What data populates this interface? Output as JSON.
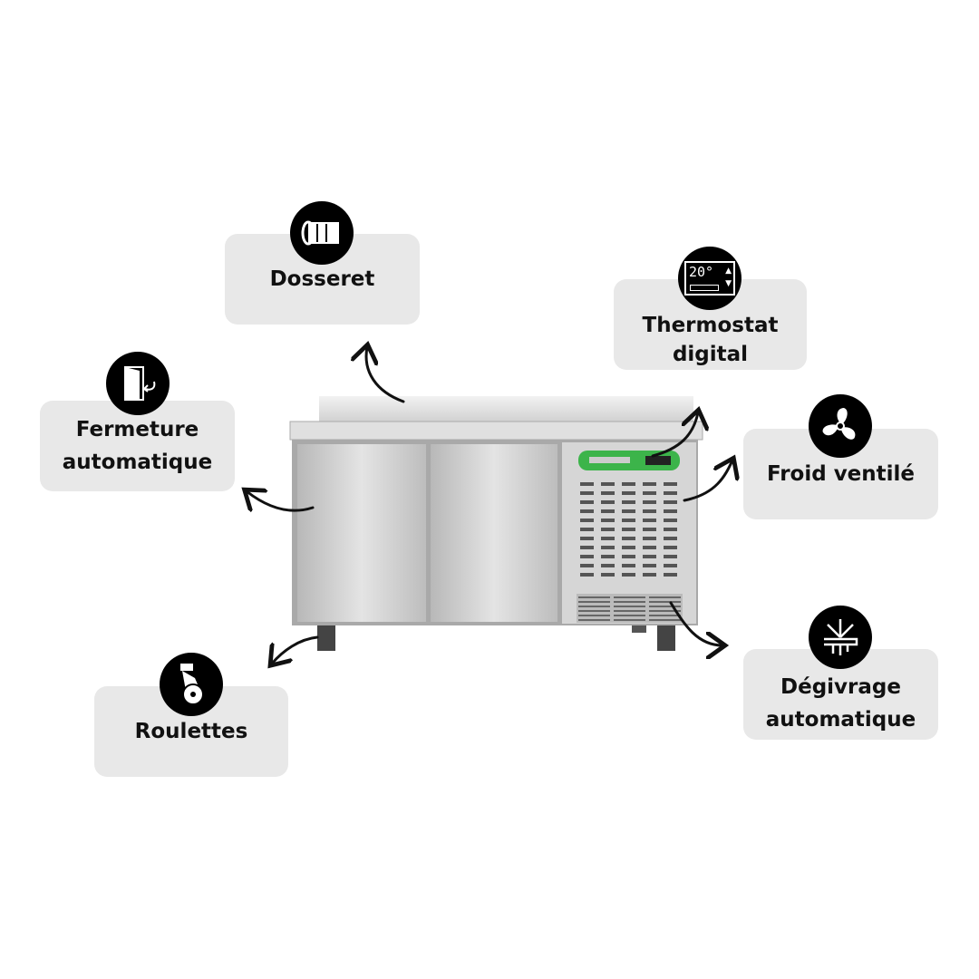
{
  "features": {
    "dosseret": {
      "label": "Dosseret",
      "icon": "backsplash-roll-icon"
    },
    "thermostat": {
      "label_line1": "Thermostat",
      "label_line2": "digital",
      "icon": "thermostat-icon",
      "icon_reading": "20°"
    },
    "fermeture": {
      "label_line1": "Fermeture",
      "label_line2": "automatique",
      "icon": "door-close-icon"
    },
    "froid": {
      "label": "Froid ventilé",
      "icon": "fan-icon"
    },
    "roulettes": {
      "label": "Roulettes",
      "icon": "caster-wheel-icon"
    },
    "degivrage": {
      "label_line1": "Dégivrage",
      "label_line2": "automatique",
      "icon": "defrost-icon"
    }
  },
  "colors": {
    "box": "#e8e8e8",
    "panel_green": "#3cb44a",
    "steel": "#c9c9c9"
  }
}
